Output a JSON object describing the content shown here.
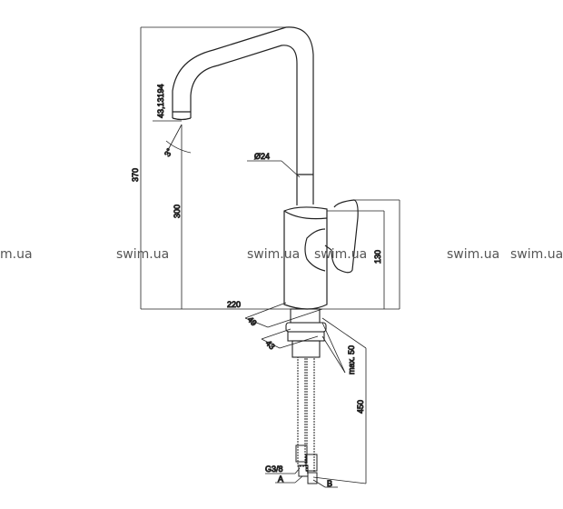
{
  "drawing": {
    "dimensions": {
      "total_height": "370",
      "spout_height": "300",
      "aerator_size": "43,13194",
      "spout_angle": "3°",
      "pipe_diameter": "Ø24",
      "reach": "220",
      "body_height": "130",
      "base_diameter": "49",
      "mount_diameter": "43",
      "max_deck_thickness": "max. 50",
      "hose_length": "450",
      "thread": "G3/8",
      "label_a": "A",
      "label_b": "B"
    },
    "watermark": [
      "m.ua",
      "swim.ua",
      "swim.ua",
      "swim.ua",
      "swim.ua",
      "swim.ua"
    ]
  }
}
